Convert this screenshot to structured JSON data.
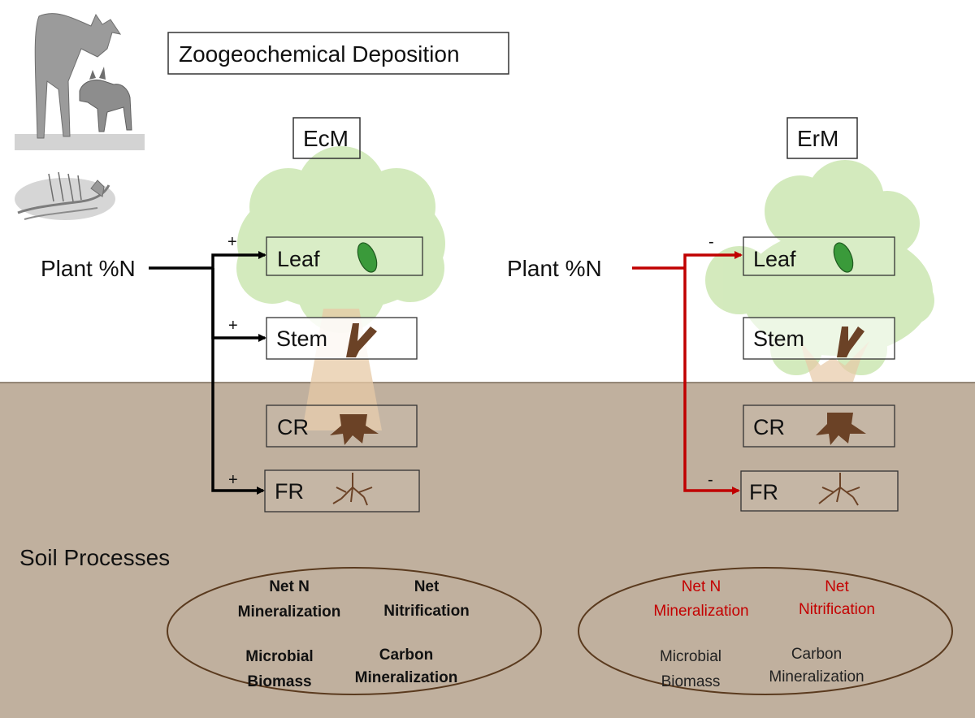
{
  "title": "Zoogeochemical Deposition",
  "ecm": {
    "label": "EcM",
    "input": "Plant %N",
    "boxes": {
      "leaf": "Leaf",
      "stem": "Stem",
      "cr": "CR",
      "fr": "FR"
    },
    "signs": {
      "leaf": "+",
      "stem": "+",
      "fr": "+"
    },
    "arrow_color": "#000000"
  },
  "erm": {
    "label": "ErM",
    "input": "Plant %N",
    "boxes": {
      "leaf": "Leaf",
      "stem": "Stem",
      "cr": "CR",
      "fr": "FR"
    },
    "signs": {
      "leaf": "-",
      "fr": "-"
    },
    "arrow_color": "#c00000"
  },
  "soil": {
    "heading": "Soil Processes",
    "ecm_processes": {
      "net_n_line1": "Net N",
      "net_n_line2": "Mineralization",
      "net_nit_line1": "Net",
      "net_nit_line2": "Nitrification",
      "microbial_line1": "Microbial",
      "microbial_line2": "Biomass",
      "carbon_line1": "Carbon",
      "carbon_line2": "Mineralization"
    },
    "erm_processes": {
      "net_n_line1": "Net N",
      "net_n_line2": "Mineralization",
      "net_nit_line1": "Net",
      "net_nit_line2": "Nitrification",
      "microbial_line1": "Microbial",
      "microbial_line2": "Biomass",
      "carbon_line1": "Carbon",
      "carbon_line2": "Mineralization"
    }
  },
  "colors": {
    "soil": "#c0b09e",
    "canopy": "#cfe8b6",
    "leaf_icon": "#3a9a3a",
    "wood": "#6b4226",
    "red": "#c00000",
    "ellipse_stroke": "#5a3a1e"
  },
  "icons": [
    "deer-illustration",
    "deer-skeleton-illustration",
    "leaf-icon",
    "stem-icon",
    "coarse-root-icon",
    "fine-root-icon"
  ]
}
